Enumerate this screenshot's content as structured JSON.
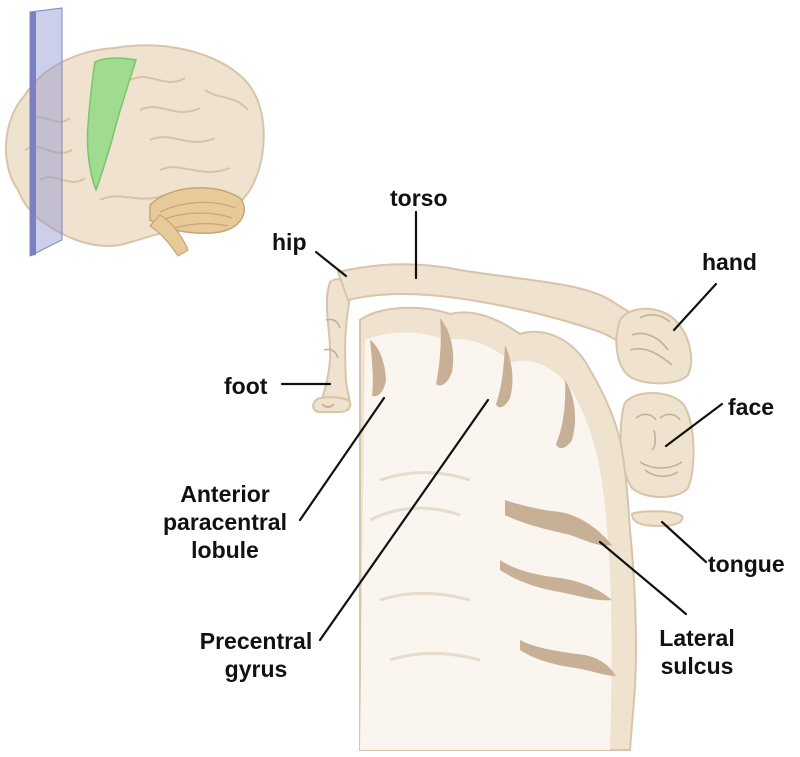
{
  "colors": {
    "cortex": "#efe2cf",
    "cortex_edge": "#d8c4aa",
    "white_matter": "#faf6ef",
    "sulcus": "#c8b097",
    "motor_strip": "#9fdc8f",
    "slice_plane": "#8f95cf",
    "cerebellum": "#e8c99a",
    "leader_line": "#111111",
    "text": "#111111"
  },
  "labels": {
    "torso": "torso",
    "hip": "hip",
    "hand": "hand",
    "foot": "foot",
    "face": "face",
    "tongue": "tongue",
    "anterior_paracentral_lobule": [
      "Anterior",
      "paracentral",
      "lobule"
    ],
    "precentral_gyrus": [
      "Precentral",
      "gyrus"
    ],
    "lateral_sulcus": [
      "Lateral",
      "sulcus"
    ]
  }
}
